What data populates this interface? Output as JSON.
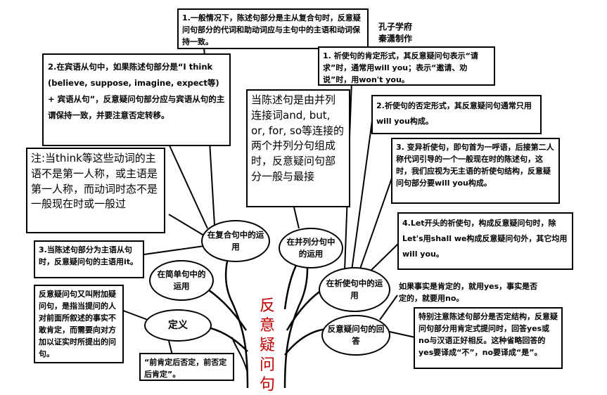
{
  "credit": {
    "line1": "孔子学府",
    "line2": "秦潇制作"
  },
  "trunk_label": "反意疑问句",
  "ovals": {
    "complex": "在复合句中的运用",
    "compound": "在并列分句中的运用",
    "simple": "在简单句中的运用",
    "imperative": "在祈使句中的运用",
    "definition": "定义",
    "answer": "反意疑问句的回答"
  },
  "boxes": {
    "top_center": "1.一般情况下，陈述句部分是主从复合句时，反意疑问句部分的代词和助动词应与主句中的主语和动词保持一致。",
    "object_clause_a": "2.在宾语从句中，如果陈述句部分是“I think (believe, suppose, imagine, expect等) + 宾语从句”，反意疑问句部分应与宾语从句的主谓保持一致，并要注意否定转移。",
    "compound_big": "当陈述句是由并列连接词and, but, or, for, so等连接的两个并列分句组成时，反意疑问句部分一般与最接",
    "note_big": "注:当think等这些动词的主语不是第一人称，或主语是第一人称，而动词时态不是一般现在时或一般过",
    "subject_clause": "3.当陈述句部分为主语从句时，反意疑问句的主语用it。",
    "definition_text": "反意疑问句又叫附加疑问句，是指当提问的人对前面所叙述的事实不敢肯定，而需要向对方加以证实时所提出的问句。",
    "definition_quote": "“前肯定后否定，前否定后肯定”。",
    "imp1": "1. 祈使句的肯定形式，其反意疑问句表示“请求”时，通常用will you；表示“邀请、劝说”时，用won't you。",
    "imp2": "2.祈使句的否定形式，其反意疑问句通常只用will you构成。",
    "imp3": "3. 变异祈使句，即句首为一呼语，后接第二人称代词引导的一个一般现在时的陈述句，这时，我们应视为无主语的祈使句结构，反意疑问句部分要will you构成。",
    "imp4": "4.Let开头的祈使句，构成反意疑问句时，除Let's用shall we构成反意疑问句外，其它均用will you。",
    "answer1": "如果事实是肯定的，就用yes，事实是否定的，就要用no。",
    "answer2": "特别注意陈述句部分是否定结构，反意疑问句部分用肯定式提问时，回答yes或no与汉语正好相反。这种省略回答的yes要译成“不”，no要译成“是”。"
  }
}
